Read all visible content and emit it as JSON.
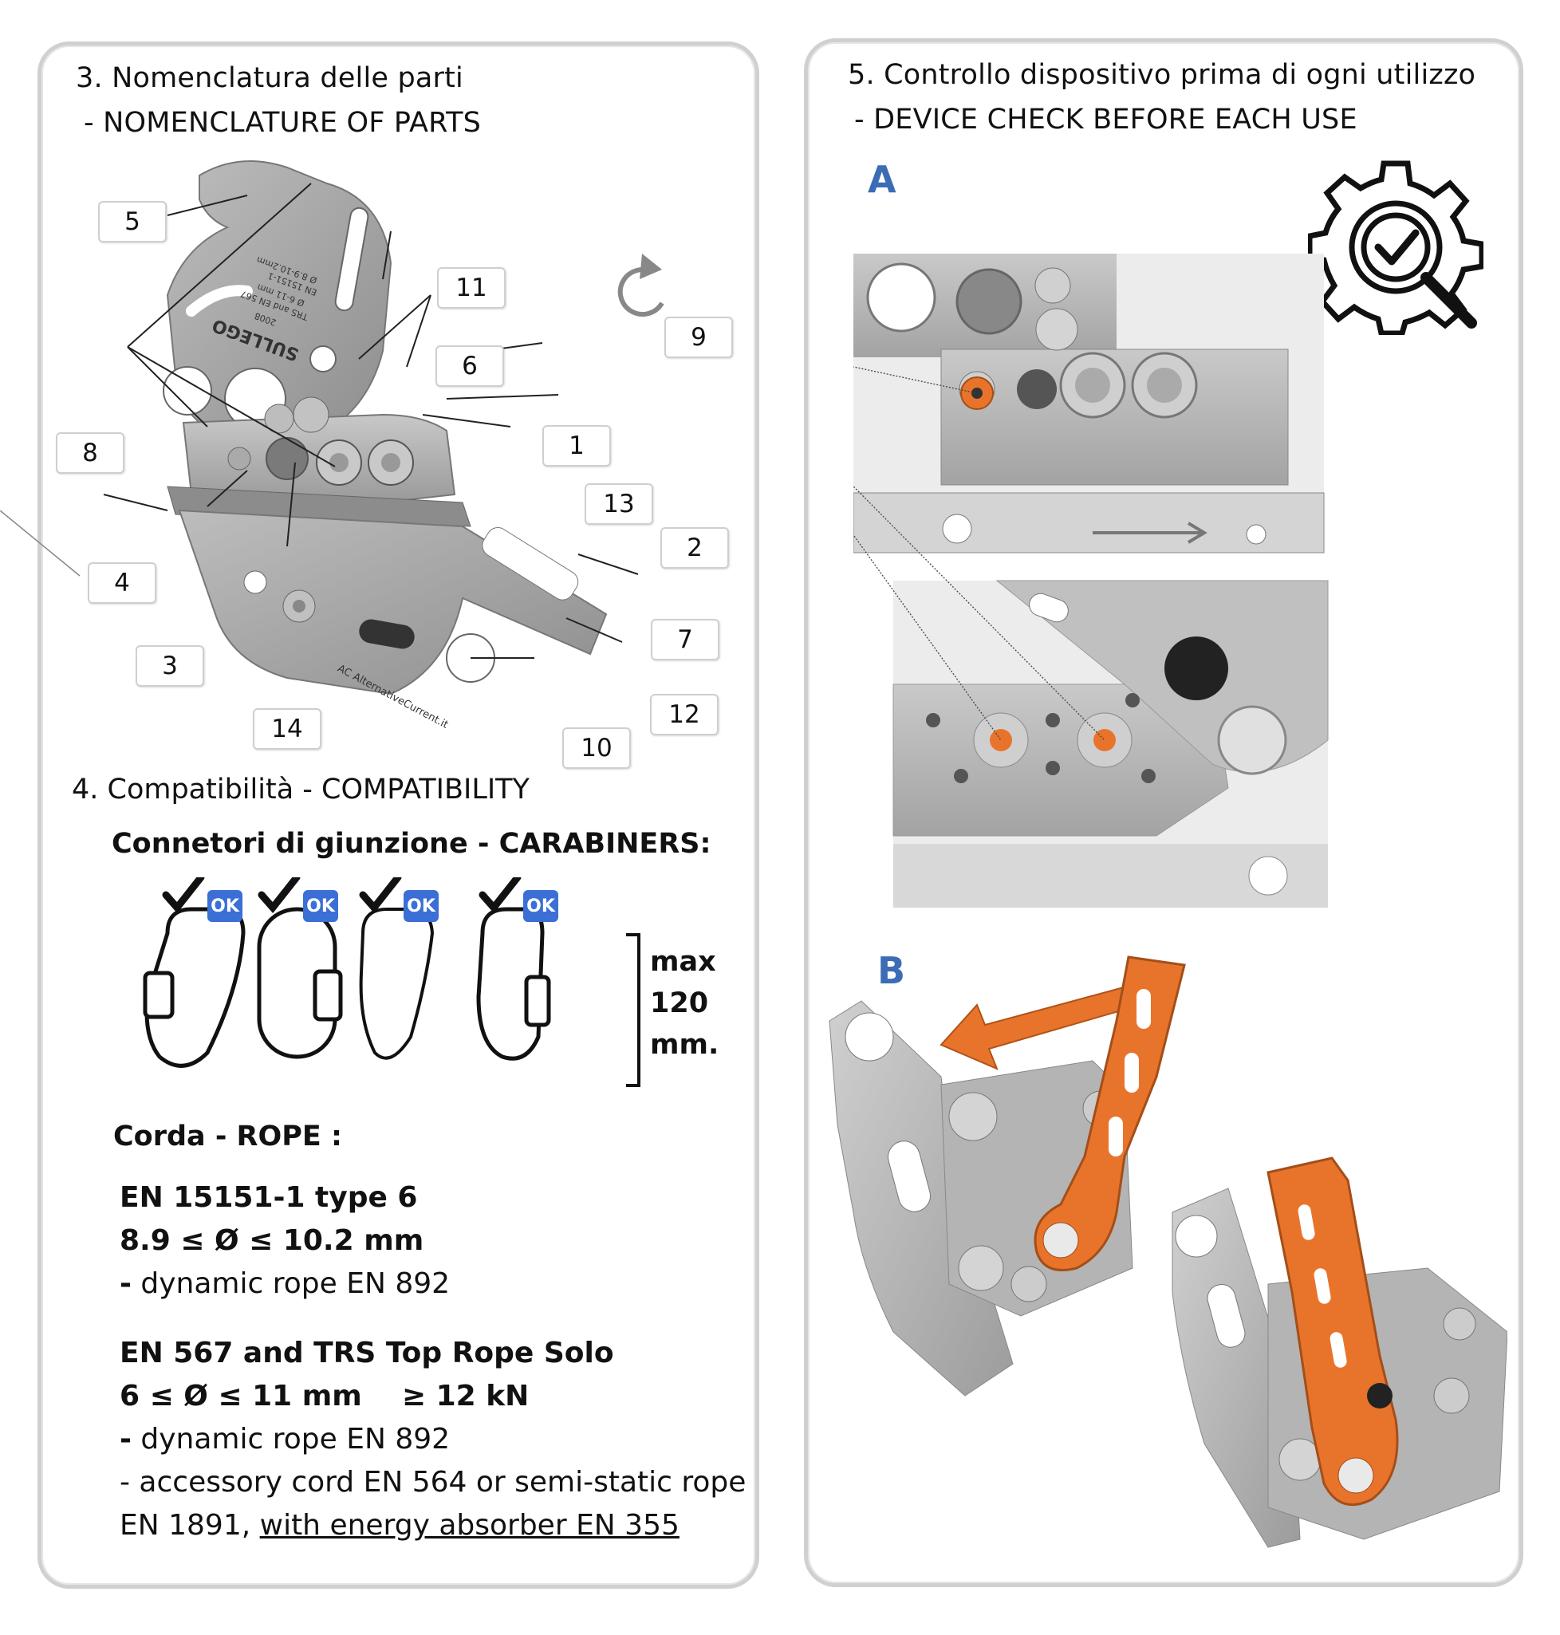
{
  "left_panel": {
    "section3_title_line1": "3. Nomenclatura delle parti",
    "section3_title_line2": "- NOMENCLATURE OF PARTS",
    "callouts": [
      "5",
      "11",
      "6",
      "1",
      "13",
      "2",
      "7",
      "12",
      "10",
      "14",
      "3",
      "4",
      "8",
      "9"
    ],
    "device_engravings": [
      "SULLEGO",
      "2008",
      "TRS and EN 567",
      "Ø 6-11 mm",
      "EN 15151-1",
      "Ø 8.9-10.2mm",
      "AC AlternativeCurrent.it"
    ],
    "section4_title": "4. Compatibilità - COMPATIBILITY",
    "carabiners_heading": "Connetori di giunzione  - CARABINERS:",
    "ok_label": "OK",
    "max_lines": [
      "max",
      "120",
      "mm."
    ],
    "rope_heading": "Corda - ROPE :",
    "rope_block1": {
      "standard": "EN 15151-1 type 6",
      "diameter": "8.9 ≤ Ø ≤ 10.2 mm",
      "dash": "-",
      "note": " dynamic rope EN 892"
    },
    "rope_block2": {
      "standard": "EN 567 and TRS Top Rope Solo",
      "diameter": "6 ≤ Ø ≤ 11 mm    ≥ 12 kN",
      "dash": "-",
      "note1": " dynamic rope EN 892",
      "note2": "- accessory cord EN 564 or semi-static rope",
      "note3_plain": "EN 1891, ",
      "note3_underlined": "with energy absorber EN 355"
    }
  },
  "right_panel": {
    "section5_title_line1": "5. Controllo dispositivo prima di ogni utilizzo",
    "section5_title_line2": "- DEVICE CHECK BEFORE EACH USE",
    "step_a": "A",
    "step_b": "B"
  },
  "colors": {
    "accent_orange": "#e8742c",
    "label_blue": "#3c6db4",
    "ok_blue": "#3b6fd6",
    "metal_gray": "#9a9a9a",
    "panel_border": "#d0d0d0"
  }
}
